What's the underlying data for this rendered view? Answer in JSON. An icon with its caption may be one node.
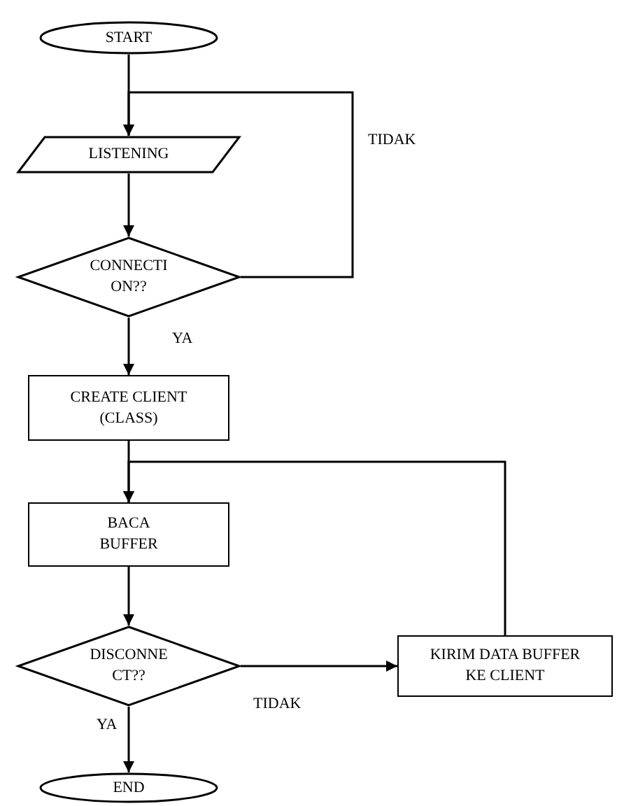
{
  "diagram": {
    "nodes": [
      {
        "text": [
          "START"
        ]
      },
      {
        "text": [
          "LISTENING"
        ]
      },
      {
        "text": [
          "CONNECTI ON??"
        ]
      },
      {
        "text": [
          "CREATE CLIENT (CLASS)"
        ]
      },
      {
        "text": [
          "BACA BUFFER"
        ]
      },
      {
        "text": [
          "DISCONNE CT??"
        ]
      },
      {
        "text": [
          "KIRIM DATA BUFFER KE CLIENT"
        ]
      },
      {
        "text": [
          "END"
        ]
      }
    ],
    "edges": [
      {
        "from": 0,
        "to": 1,
        "arrow": "to"
      },
      {
        "from": 1,
        "to": 2,
        "arrow": "to"
      },
      {
        "from": 2,
        "to": 1,
        "arrow": "to",
        "label": "TIDAK"
      },
      {
        "from": 2,
        "to": 3,
        "arrow": "to",
        "label": "YA"
      },
      {
        "from": 3,
        "to": 4,
        "arrow": "to"
      },
      {
        "from": 4,
        "to": 5,
        "arrow": "to"
      },
      {
        "from": 5,
        "to": 6,
        "arrow": "to",
        "label": "TIDAK"
      },
      {
        "from": 6,
        "to": 4,
        "arrow": "to"
      },
      {
        "from": 5,
        "to": 7,
        "arrow": "to",
        "label": "YA"
      }
    ]
  }
}
